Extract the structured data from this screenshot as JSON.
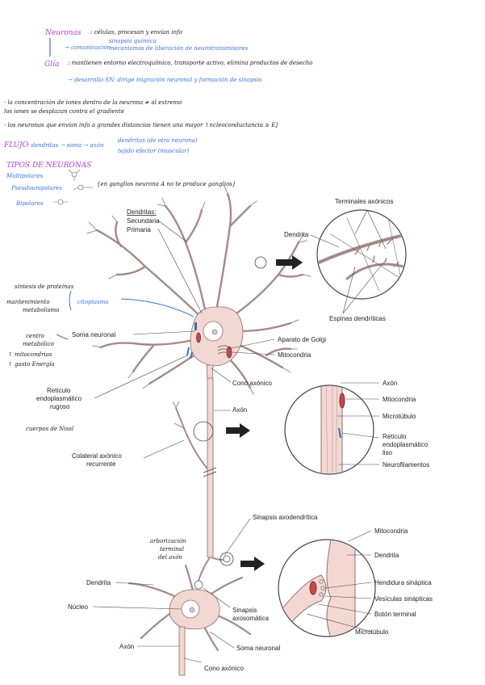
{
  "notes": {
    "neuronas_title": "Neuronas",
    "neuronas_text": ": células, procesan y envían info",
    "comunicacion": "→ comunicación",
    "sinapsis_quimica": "sinapsis química",
    "mecanismos": "mecanismos de liberación de neurotransmisores",
    "glia_title": "Glía",
    "glia_text": ": mantienen entorno electroquímico, transporte activo, elimina productos de desecho",
    "desarrollo": "→ desarrollo SN: dirige migración neuronal y formación de sinapsis",
    "line1": "· la concentración de iones dentro de la neurona ≠ al extremo",
    "line2": "   los iones se desplazan contra el gradiente",
    "line3": "· los neuronas que envían info a grandes distancias tienen una mayor ↑ncleoconductancia ≥ E]",
    "flujo_label": "FLUJO",
    "flujo_seq": ": dendritas → soma → axón",
    "flujo_a": "dendritas (de otra neurona)",
    "flujo_b": "tejido efector (muscular)",
    "tipos_title": "TIPOS DE NEURONAS",
    "multipolares": "Multipolares",
    "pseudo": "Pseudounipolares",
    "pseudo_note": "{en ganglios neurona A no te produce ganglios}",
    "bipolares": "Bipolares",
    "sintesis": "síntesis de proteínas",
    "metab1": "mantenimiento",
    "metab2": "metabolismo",
    "citoplasma": "citoplasma",
    "soma_note1": "centro",
    "soma_note2": "metabólico",
    "soma_note3": "↑ mitocondrias",
    "soma_note4": "↑ gasto Energía",
    "nissl": "cuerpos de Nissl",
    "arborizacion1": "arborización",
    "arborizacion2": "terminal",
    "arborizacion3": "del axón"
  },
  "labels": {
    "dendritas": "Dendritas:",
    "secundaria": "Secundaria",
    "primaria": "Primaria",
    "terminales": "Terminales axónicos",
    "dendrita_top": "Dendrita",
    "espinas": "Espinas dendríticas",
    "soma": "Soma neuronal",
    "golgi": "Aparato de Golgi",
    "mito": "Mitocondria",
    "cono": "Cono axónico",
    "reticulo1": "Retículo",
    "reticulo2": "endoplasmático",
    "reticulo3": "rugoso",
    "axon": "Axón",
    "colateral1": "Colateral axónico",
    "colateral2": "recurrente",
    "z_axon": "Axón",
    "z_mito": "Mitocondria",
    "z_micro": "Microtúbulo",
    "z_rel1": "Retículo",
    "z_rel2": "endoplasmático",
    "z_rel3": "liso",
    "z_neuro": "Neurofilamentos",
    "sinapsis_ad": "Sinapsis axodendrítica",
    "b_dendrita": "Dendrita",
    "b_nucleo": "Núcleo",
    "b_sin1": "Sinapsis",
    "b_sin2": "axosomática",
    "b_axon": "Axón",
    "b_soma": "Soma neuronal",
    "b_cono": "Cono axónico",
    "s_mito": "Mitocondria",
    "s_dendrita": "Dendrita",
    "s_hendidura": "Hendidura sináptica",
    "s_vesiculas": "Vesículas sinápticas",
    "s_boton": "Botón terminal",
    "s_micro": "Microtúbulo"
  },
  "colors": {
    "cell_fill": "#f3d7d3",
    "cell_stroke": "#8b6f6c",
    "mito": "#c8484a",
    "er": "#3e6db5",
    "purple": "#b23fd6",
    "blue": "#3d6fe0"
  }
}
